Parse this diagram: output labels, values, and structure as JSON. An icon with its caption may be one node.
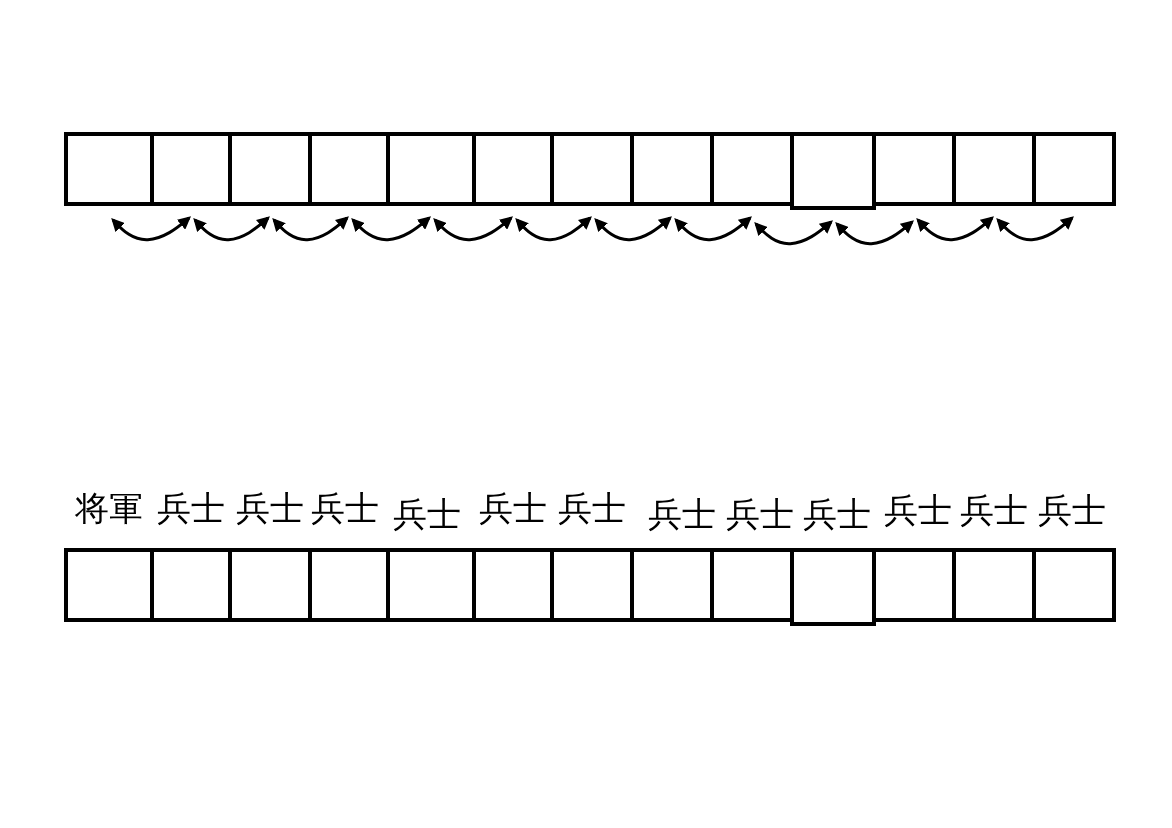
{
  "diagram": {
    "nodes": [
      {
        "text": [],
        "shape": "box"
      },
      {
        "text": [],
        "shape": "box"
      },
      {
        "text": [],
        "shape": "box"
      },
      {
        "text": [],
        "shape": "box"
      },
      {
        "text": [],
        "shape": "box"
      },
      {
        "text": [],
        "shape": "box"
      },
      {
        "text": [],
        "shape": "box"
      },
      {
        "text": [],
        "shape": "box"
      },
      {
        "text": [],
        "shape": "box"
      },
      {
        "text": [],
        "shape": "box"
      },
      {
        "text": [],
        "shape": "box"
      },
      {
        "text": [],
        "shape": "box"
      },
      {
        "text": [],
        "shape": "box"
      },
      {
        "text": [
          "将軍"
        ]
      },
      {
        "text": [
          "兵士"
        ]
      },
      {
        "text": [
          "兵士"
        ]
      },
      {
        "text": [
          "兵士"
        ]
      },
      {
        "text": [
          "兵士"
        ]
      },
      {
        "text": [
          "兵士"
        ]
      },
      {
        "text": [
          "兵士"
        ]
      },
      {
        "text": [
          "兵士"
        ]
      },
      {
        "text": [
          "兵士"
        ]
      },
      {
        "text": [
          "兵士"
        ]
      },
      {
        "text": [
          "兵士"
        ]
      },
      {
        "text": [
          "兵士"
        ]
      },
      {
        "text": [
          "兵士"
        ]
      }
    ],
    "edges": [
      {
        "from": 0,
        "to": 1,
        "arrow": "both"
      },
      {
        "from": 1,
        "to": 2,
        "arrow": "both"
      },
      {
        "from": 2,
        "to": 3,
        "arrow": "both"
      },
      {
        "from": 3,
        "to": 4,
        "arrow": "both"
      },
      {
        "from": 4,
        "to": 5,
        "arrow": "both"
      },
      {
        "from": 5,
        "to": 6,
        "arrow": "both"
      },
      {
        "from": 6,
        "to": 7,
        "arrow": "both"
      },
      {
        "from": 7,
        "to": 8,
        "arrow": "both"
      },
      {
        "from": 8,
        "to": 9,
        "arrow": "both"
      },
      {
        "from": 9,
        "to": 10,
        "arrow": "both"
      },
      {
        "from": 10,
        "to": 11,
        "arrow": "both"
      },
      {
        "from": 11,
        "to": 12,
        "arrow": "both"
      }
    ]
  }
}
